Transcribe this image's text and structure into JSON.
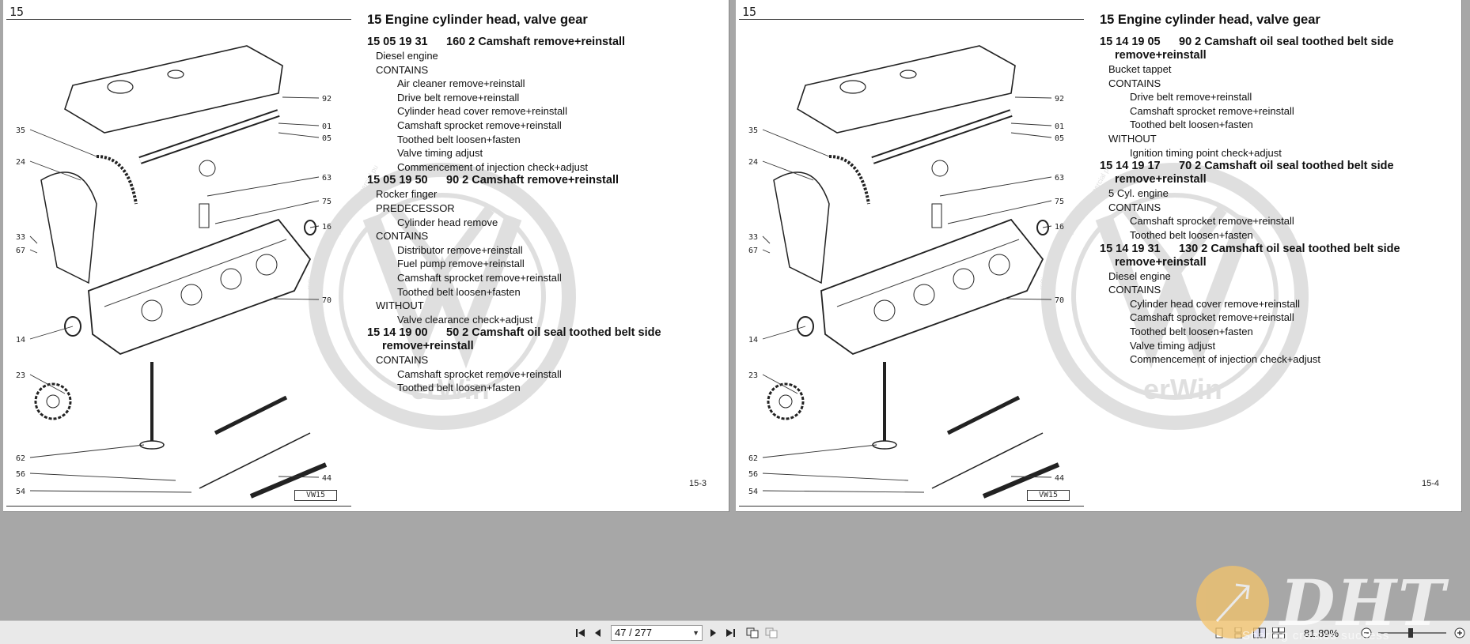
{
  "viewer": {
    "pages": [
      {
        "top_number": "15",
        "section_title": "15 Engine cylinder head, valve gear",
        "footer": "15-3",
        "vw_label": "VW15",
        "ops": [
          {
            "code": "15 05 19 31",
            "title": "160 2 Camshaft remove+reinstall",
            "cont": "",
            "lines": [
              {
                "level": 1,
                "text": "Diesel engine"
              },
              {
                "level": 1,
                "text": "CONTAINS"
              },
              {
                "level": 2,
                "text": "Air cleaner remove+reinstall"
              },
              {
                "level": 2,
                "text": "Drive belt remove+reinstall"
              },
              {
                "level": 2,
                "text": "Cylinder head cover remove+reinstall"
              },
              {
                "level": 2,
                "text": "Camshaft sprocket remove+reinstall"
              },
              {
                "level": 2,
                "text": "Toothed belt loosen+fasten"
              },
              {
                "level": 2,
                "text": "Valve timing adjust"
              },
              {
                "level": 2,
                "text": "Commencement of injection check+adjust"
              }
            ]
          },
          {
            "code": "15 05 19 50",
            "title": "90 2 Camshaft remove+reinstall",
            "cont": "",
            "lines": [
              {
                "level": 1,
                "text": "Rocker finger"
              },
              {
                "level": 1,
                "text": "PREDECESSOR"
              },
              {
                "level": 2,
                "text": "Cylinder head remove"
              },
              {
                "level": 1,
                "text": "CONTAINS"
              },
              {
                "level": 2,
                "text": "Distributor remove+reinstall"
              },
              {
                "level": 2,
                "text": "Fuel pump remove+reinstall"
              },
              {
                "level": 2,
                "text": "Camshaft sprocket remove+reinstall"
              },
              {
                "level": 2,
                "text": "Toothed belt loosen+fasten"
              },
              {
                "level": 1,
                "text": "WITHOUT"
              },
              {
                "level": 2,
                "text": "Valve clearance check+adjust"
              }
            ]
          },
          {
            "code": "15 14 19 00",
            "title": "50 2 Camshaft oil seal toothed belt side",
            "cont": "remove+reinstall",
            "lines": [
              {
                "level": 1,
                "text": "CONTAINS"
              },
              {
                "level": 2,
                "text": "Camshaft sprocket remove+reinstall"
              },
              {
                "level": 2,
                "text": "Toothed belt loosen+fasten"
              }
            ]
          }
        ]
      },
      {
        "top_number": "15",
        "section_title": "15 Engine cylinder head, valve gear",
        "footer": "15-4",
        "vw_label": "VW15",
        "ops": [
          {
            "code": "15 14 19 05",
            "title": "90 2 Camshaft oil seal toothed belt side",
            "cont": "remove+reinstall",
            "lines": [
              {
                "level": 1,
                "text": "Bucket tappet"
              },
              {
                "level": 1,
                "text": "CONTAINS"
              },
              {
                "level": 2,
                "text": "Drive belt remove+reinstall"
              },
              {
                "level": 2,
                "text": "Camshaft sprocket remove+reinstall"
              },
              {
                "level": 2,
                "text": "Toothed belt loosen+fasten"
              },
              {
                "level": 1,
                "text": "WITHOUT"
              },
              {
                "level": 2,
                "text": "Ignition timing point check+adjust"
              }
            ]
          },
          {
            "code": "15 14 19 17",
            "title": "70 2 Camshaft oil seal toothed belt side",
            "cont": "remove+reinstall",
            "lines": [
              {
                "level": 1,
                "text": "5 Cyl. engine"
              },
              {
                "level": 1,
                "text": "CONTAINS"
              },
              {
                "level": 2,
                "text": "Camshaft sprocket remove+reinstall"
              },
              {
                "level": 2,
                "text": "Toothed belt loosen+fasten"
              }
            ]
          },
          {
            "code": "15 14 19 31",
            "title": "130 2 Camshaft oil seal toothed belt side",
            "cont": "remove+reinstall",
            "lines": [
              {
                "level": 1,
                "text": "Diesel engine"
              },
              {
                "level": 1,
                "text": "CONTAINS"
              },
              {
                "level": 2,
                "text": "Cylinder head cover remove+reinstall"
              },
              {
                "level": 2,
                "text": "Camshaft sprocket remove+reinstall"
              },
              {
                "level": 2,
                "text": "Toothed belt loosen+fasten"
              },
              {
                "level": 2,
                "text": "Valve timing adjust"
              },
              {
                "level": 2,
                "text": "Commencement of injection check+adjust"
              }
            ]
          }
        ]
      }
    ],
    "diagram_callouts": [
      "92",
      "01",
      "05",
      "35",
      "24",
      "63",
      "75",
      "16",
      "33",
      "67",
      "70",
      "14",
      "23",
      "62",
      "56",
      "54",
      "44"
    ],
    "watermark_text": "erWin",
    "watermark_ring_text": "Protected by copyright. Copying for private or commercial purposes, in part or in whole, is not permitted unless authorised by Volkswagen AG. Volkswagen AG does not guarantee or accept any liability with respect to the correctness of information in this document. Copyright by Volkswagen AG."
  },
  "toolbar": {
    "page_value": "47 / 277",
    "zoom": "81.89%",
    "icons": [
      "first-page-icon",
      "prev-page-icon",
      "next-page-icon",
      "last-page-icon",
      "single-page-icon",
      "continuous-icon",
      "facing-pages-icon",
      "zoom-out-icon",
      "zoom-in-icon"
    ]
  },
  "brand": {
    "name": "DHT",
    "tagline": "Sharing creates success"
  },
  "colors": {
    "page_bg": "#ffffff",
    "workspace_bg": "#a7a7a7",
    "toolbar_bg": "#e9e9e9",
    "brand_orange": "#f4c36a"
  }
}
